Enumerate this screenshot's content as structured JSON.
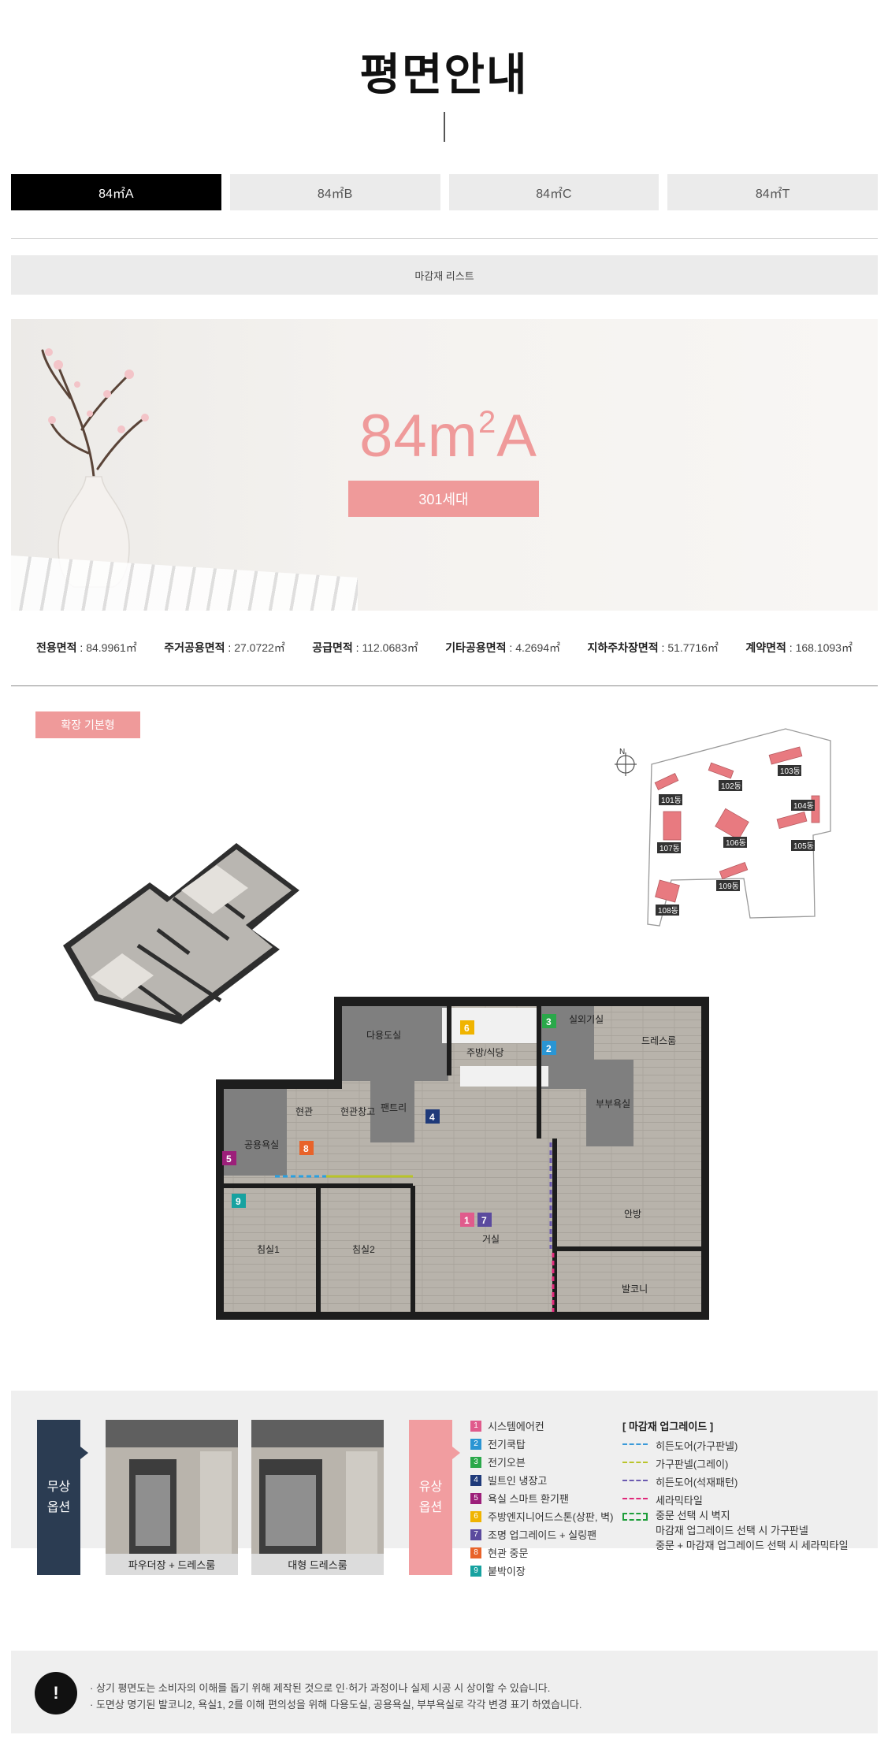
{
  "page": {
    "title": "평면안내"
  },
  "tabs": [
    {
      "label": "84㎡A",
      "active": true
    },
    {
      "label": "84㎡B",
      "active": false
    },
    {
      "label": "84㎡C",
      "active": false
    },
    {
      "label": "84㎡T",
      "active": false
    }
  ],
  "finish_list_button": "마감재 리스트",
  "hero": {
    "type_main": "84m",
    "type_sup": "2",
    "type_suffix": "A",
    "households": "301세대",
    "accent_color": "#ef9a9a"
  },
  "areas": [
    {
      "label": "전용면적",
      "value": "84.9961㎡"
    },
    {
      "label": "주거공용면적",
      "value": "27.0722㎡"
    },
    {
      "label": "공급면적",
      "value": "112.0683㎡"
    },
    {
      "label": "기타공용면적",
      "value": "4.2694㎡"
    },
    {
      "label": "지하주차장면적",
      "value": "51.7716㎡"
    },
    {
      "label": "계약면적",
      "value": "168.1093㎡"
    }
  ],
  "plan_badge": "확장 기본형",
  "site_plan": {
    "compass": "N",
    "buildings": [
      "101동",
      "102동",
      "103동",
      "104동",
      "105동",
      "106동",
      "107동",
      "108동",
      "109동"
    ]
  },
  "floor_plan": {
    "rooms": [
      "다용도실",
      "실외기실",
      "드레스룸",
      "주방/식당",
      "현관",
      "현관창고",
      "팬트리",
      "부부욕실",
      "공용욕실",
      "안방",
      "침실1",
      "침실2",
      "거실",
      "발코니"
    ],
    "markers": [
      "1",
      "2",
      "3",
      "4",
      "5",
      "6",
      "7",
      "8",
      "9"
    ]
  },
  "options": {
    "free_label_line1": "무상",
    "free_label_line2": "옵션",
    "free_option_1": "파우더장 + 드레스룸",
    "free_option_2": "대형 드레스룸",
    "paid_label_line1": "유상",
    "paid_label_line2": "옵션",
    "paid_items": [
      {
        "num": "1",
        "label": "시스템에어컨",
        "color": "#e05b8c"
      },
      {
        "num": "2",
        "label": "전기쿡탑",
        "color": "#2a95d3"
      },
      {
        "num": "3",
        "label": "전기오븐",
        "color": "#2aa84a"
      },
      {
        "num": "4",
        "label": "빌트인 냉장고",
        "color": "#1f3a7a"
      },
      {
        "num": "5",
        "label": "욕실 스마트 환기팬",
        "color": "#9c1f7a"
      },
      {
        "num": "6",
        "label": "주방엔지니어드스톤(상판, 벽)",
        "color": "#f0b400"
      },
      {
        "num": "7",
        "label": "조명 업그레이드 + 실링팬",
        "color": "#5b4a9e"
      },
      {
        "num": "8",
        "label": "현관 중문",
        "color": "#e8632a"
      },
      {
        "num": "9",
        "label": "붙박이장",
        "color": "#17a2a0"
      }
    ],
    "finish_title": "[ 마감재 업그레이드 ]",
    "finish_items": [
      {
        "label": "히든도어(가구판넬)",
        "color": "#3a9ad9"
      },
      {
        "label": "가구판넬(그레이)",
        "color": "#b9c42a"
      },
      {
        "label": "히든도어(석재패턴)",
        "color": "#6b5ab0"
      },
      {
        "label": "세라믹타일",
        "color": "#e0287a"
      }
    ],
    "door_note_1": "중문 선택 시 벽지",
    "door_note_2": "마감재 업그레이드 선택 시 가구판넬",
    "door_note_3": "중문 + 마감재 업그레이드 선택 시 세라믹타일"
  },
  "notice": {
    "icon": "!",
    "line1": "· 상기 평면도는 소비자의 이해를 돕기 위해 제작된 것으로 인·허가 과정이나 실제 시공 시 상이할 수 있습니다.",
    "line2": "· 도면상 명기된 발코니2, 욕실1, 2를 이해 편의성을 위해 다용도실, 공용욕실, 부부욕실로 각각 변경 표기 하였습니다."
  }
}
